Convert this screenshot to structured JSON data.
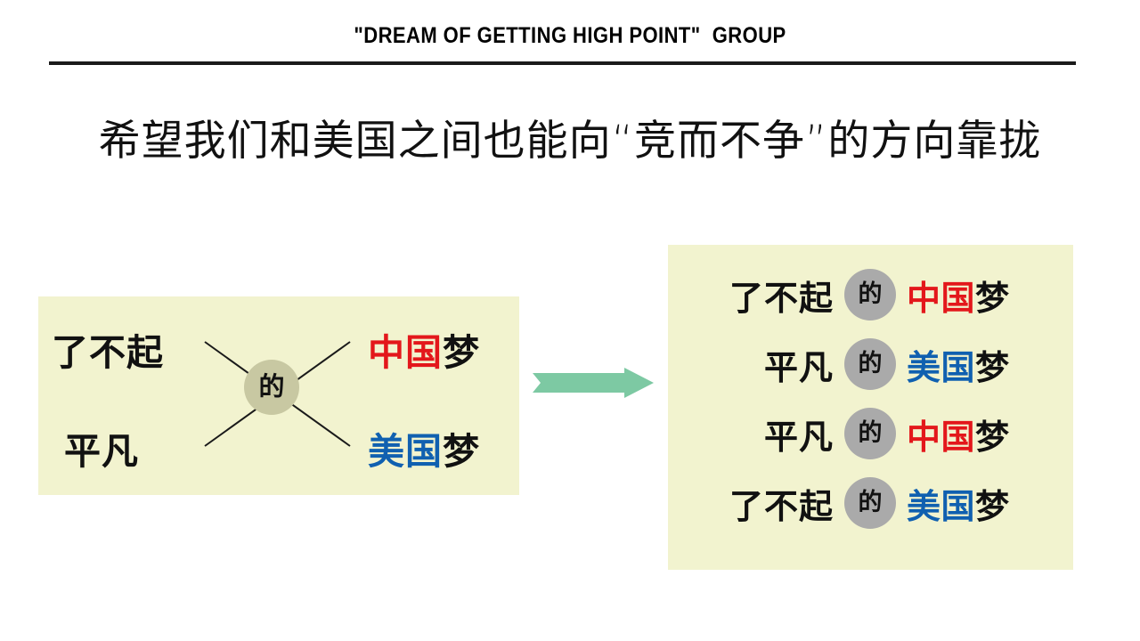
{
  "header": {
    "title": "\"DREAM OF GETTING HIGH POINT\"  GROUP",
    "rule": "horizontal-rule"
  },
  "headline": {
    "text": "希望我们和美国之间也能向“竞而不争”的方向靠拢"
  },
  "colors": {
    "panel_background": "#F2F3CF",
    "china_red": "#E3171B",
    "america_blue": "#1060B0",
    "text_black": "#111111",
    "left_circle": "#C8C8A2",
    "right_circle": "#AAAAAA",
    "arrow_green": "#7DC9A3",
    "rule_black": "#1A1A1A",
    "page_background": "#FFFFFF"
  },
  "left_panel": {
    "name": "crossing-diagram",
    "connector": "的",
    "top_left": "了不起",
    "bottom_left": "平凡",
    "top_right": {
      "colored": "中国",
      "plain": "梦",
      "color": "#E3171B"
    },
    "bottom_right": {
      "colored": "美国",
      "plain": "梦",
      "color": "#1060B0"
    },
    "lines": [
      {
        "from": "top_left",
        "to": "bottom_right"
      },
      {
        "from": "bottom_left",
        "to": "top_right"
      }
    ]
  },
  "arrow": {
    "name": "right-arrow",
    "direction": "right",
    "color": "#7DC9A3"
  },
  "right_panel": {
    "name": "combination-list",
    "connector": "的",
    "rows": [
      {
        "modifier": "了不起",
        "connector": "的",
        "colored": "中国",
        "plain": "梦",
        "color": "#E3171B"
      },
      {
        "modifier": "平凡",
        "connector": "的",
        "colored": "美国",
        "plain": "梦",
        "color": "#1060B0"
      },
      {
        "modifier": "平凡",
        "connector": "的",
        "colored": "中国",
        "plain": "梦",
        "color": "#E3171B"
      },
      {
        "modifier": "了不起",
        "connector": "的",
        "colored": "美国",
        "plain": "梦",
        "color": "#1060B0"
      }
    ]
  }
}
